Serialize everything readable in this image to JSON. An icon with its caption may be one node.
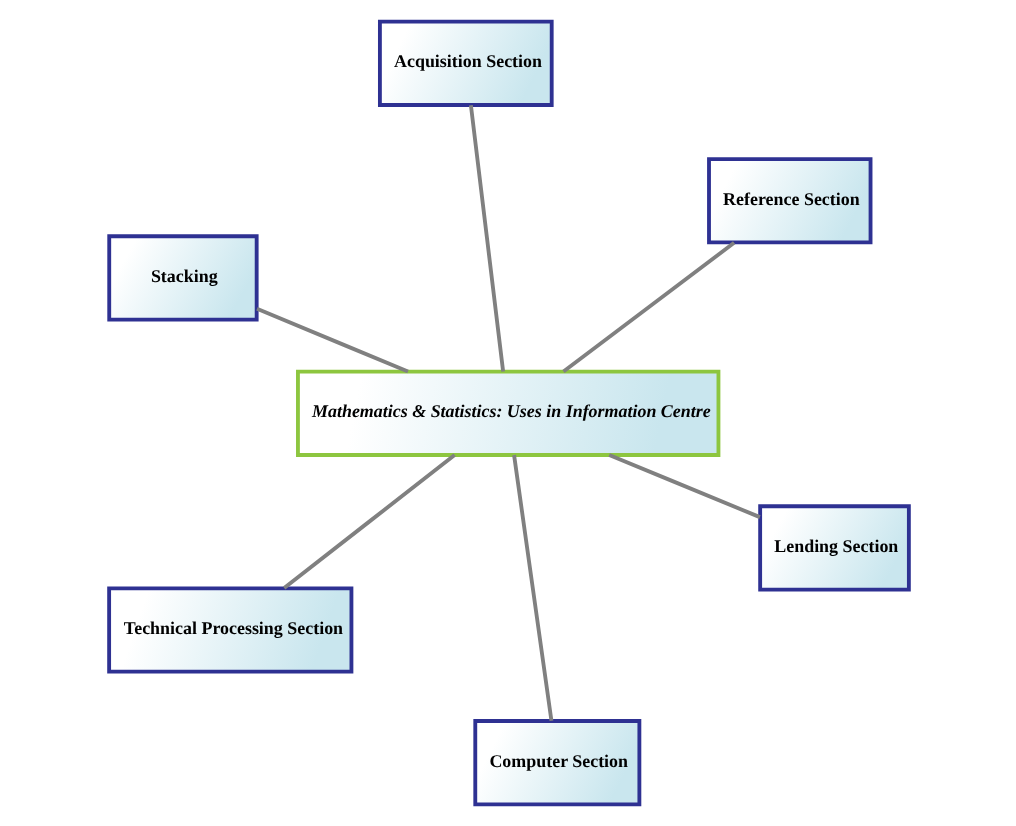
{
  "diagram": {
    "nodes": [
      {
        "text": [
          "Stacking"
        ]
      },
      {
        "text": [
          "Lending Section"
        ]
      },
      {
        "text": [
          "Computer Section"
        ]
      },
      {
        "text": [
          "Mathematics & Statistics: Uses in Information Centre"
        ]
      },
      {
        "text": [
          "Reference Section"
        ]
      },
      {
        "text": [
          "Acquisition Section"
        ]
      },
      {
        "text": [
          "Technical Processing Section"
        ]
      }
    ],
    "edges": [
      {
        "from": 3,
        "to": 0,
        "arrow": "none"
      },
      {
        "from": 3,
        "to": 1,
        "arrow": "none"
      },
      {
        "from": 3,
        "to": 2,
        "arrow": "none"
      },
      {
        "from": 3,
        "to": 4,
        "arrow": "none"
      },
      {
        "from": 3,
        "to": 5,
        "arrow": "none"
      },
      {
        "from": 3,
        "to": 6,
        "arrow": "none"
      }
    ]
  }
}
